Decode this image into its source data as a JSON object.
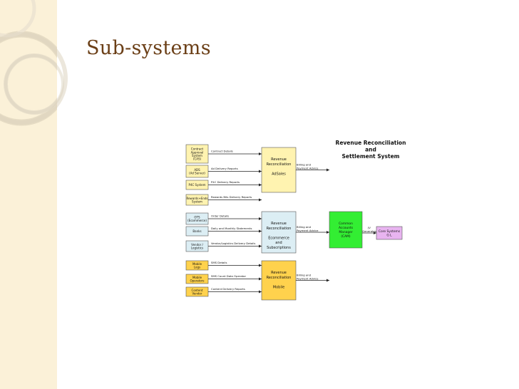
{
  "slide": {
    "title": "Sub-systems"
  },
  "diagram": {
    "heading": [
      "Revenue Reconciliation",
      "and",
      "Settlement System"
    ],
    "sources": [
      {
        "id": "cas",
        "label": [
          "Contract",
          "Approval",
          "System",
          "(CAS)"
        ],
        "color": "#fff3b0",
        "flow": "Contract Details"
      },
      {
        "id": "ads",
        "label": [
          "ADS",
          "(Ad Server)"
        ],
        "color": "#fff3b0",
        "flow": "Ad Delivery Reports"
      },
      {
        "id": "p4c",
        "label": [
          "P4C System"
        ],
        "color": "#fff3b0",
        "flow": "P4C Delivery Reports"
      },
      {
        "id": "rs",
        "label": [
          "Rewards+Ends",
          "System"
        ],
        "color": "#fff3b0",
        "flow": "Rewards Bits Delivery Reports"
      },
      {
        "id": "oss",
        "label": [
          "OTS",
          "(Ecommerce)"
        ],
        "color": "#dceef4",
        "flow": "Order Details"
      },
      {
        "id": "banks",
        "label": [
          "Banks"
        ],
        "color": "#dceef4",
        "flow": "Daily and Monthly Statements"
      },
      {
        "id": "vendor",
        "label": [
          "Vendor /",
          "Logistics"
        ],
        "color": "#dceef4",
        "flow": "Vendor/Logistics Delivery Details"
      },
      {
        "id": "mlogs",
        "label": [
          "Mobile",
          "Logs"
        ],
        "color": "#ffd24d",
        "flow": "SMS Details"
      },
      {
        "id": "mop",
        "label": [
          "Mobile",
          "Operators"
        ],
        "color": "#ffd24d",
        "flow": "SMS Count Data Operator"
      },
      {
        "id": "cvendor",
        "label": [
          "Content",
          "Vendor"
        ],
        "color": "#ffd24d",
        "flow": "Content Delivery Reports"
      }
    ],
    "recon": [
      {
        "id": "rr-adsales",
        "label": [
          "Revenue",
          "Reconciliation",
          "",
          "AdSales"
        ],
        "color": "#fff3b0",
        "out": [
          "Billing and",
          "Payment Advice"
        ]
      },
      {
        "id": "rr-ecom",
        "label": [
          "Revenue",
          "Reconciliation",
          "",
          "Ecommerce",
          "and",
          "Subscriptions"
        ],
        "color": "#dceef4",
        "out": [
          "Billing and",
          "Payment Advice"
        ]
      },
      {
        "id": "rr-mobile",
        "label": [
          "Revenue",
          "Reconciliation",
          "",
          "Mobile"
        ],
        "color": "#ffd24d",
        "out": [
          "Billing and",
          "Payment Advice"
        ]
      }
    ],
    "cam": {
      "label": [
        "Common",
        "Accounts",
        "Manager",
        "(CAM)"
      ],
      "color": "#33ee33",
      "out": [
        "JV",
        "Generates"
      ]
    },
    "dest": {
      "label": [
        "Core Systems",
        "G L"
      ],
      "color": "#e8b4f0"
    }
  }
}
